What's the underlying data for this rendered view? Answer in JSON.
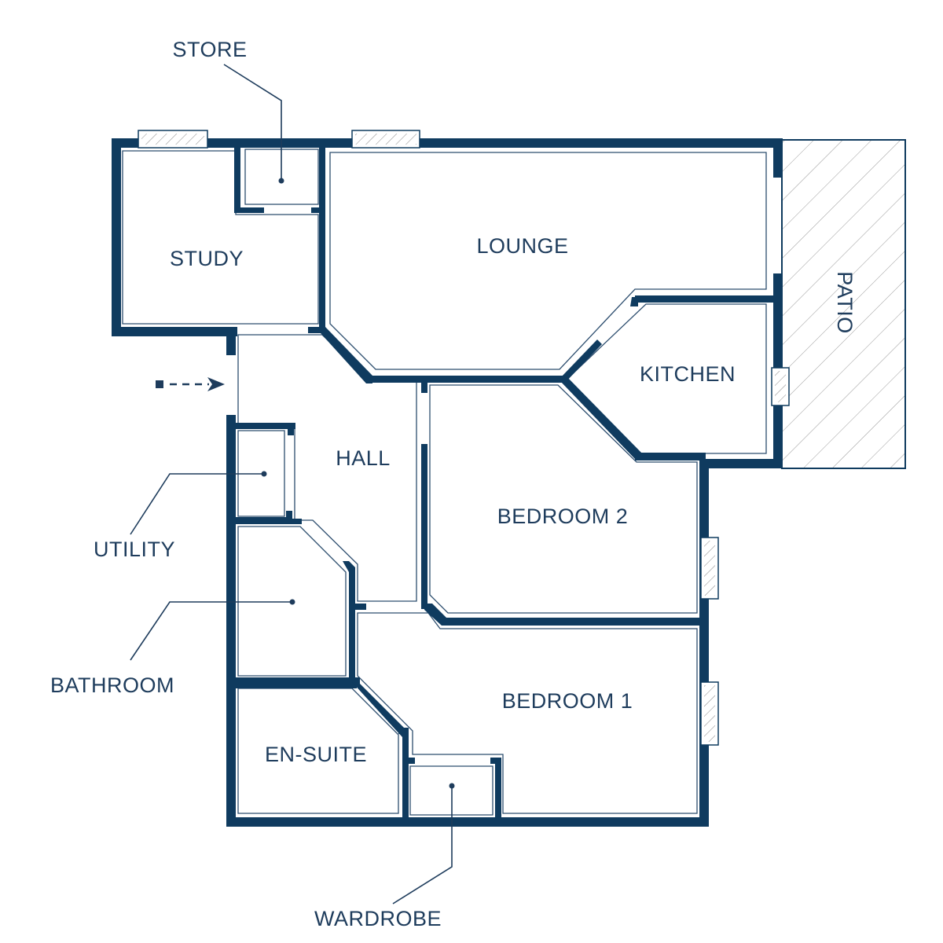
{
  "rooms": {
    "lounge": "LOUNGE",
    "study": "STUDY",
    "kitchen": "KITCHEN",
    "hall": "HALL",
    "bedroom2": "BEDROOM 2",
    "bedroom1": "BEDROOM 1",
    "ensuite": "EN-SUITE",
    "patio": "PATIO"
  },
  "callouts": {
    "store": "STORE",
    "utility": "UTILITY",
    "bathroom": "BATHROOM",
    "wardrobe": "WARDROBE"
  },
  "colors": {
    "wall": "#0f3b5f",
    "text": "#1e3c5c",
    "background": "#ffffff"
  },
  "icons": {
    "entrance": "entrance-arrow-icon",
    "window": "window-icon"
  }
}
